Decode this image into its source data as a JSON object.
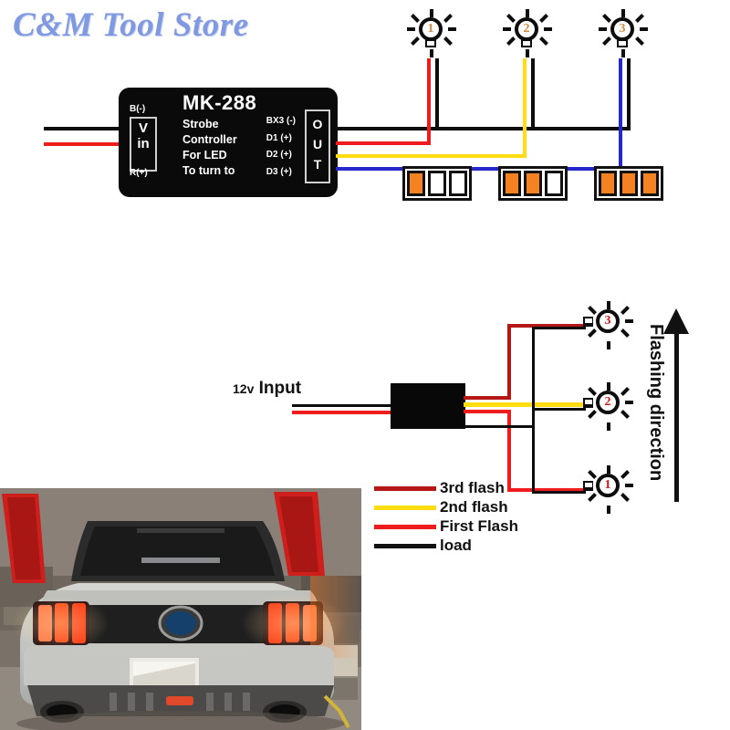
{
  "watermark": {
    "text": "C&M Tool Store",
    "color": "#8099e0"
  },
  "controller": {
    "model": "MK-288",
    "description_lines": "Strobe\nController\nFor LED\nTo turn to",
    "desc_line_1": "Strobe",
    "desc_line_2": "Controller",
    "desc_line_3": "For LED",
    "desc_line_4": "To turn to",
    "input_port_label": "V\nin",
    "input_port_label_v": "V",
    "input_port_label_in": "in",
    "input_pin_top": "B(-)",
    "input_pin_bottom": "R(+)",
    "output_port_label": "OUT",
    "output_pins": [
      "BX3 (-)",
      "D1  (+)",
      "D2  (+)",
      "D3  (+)"
    ],
    "body_color": "#0a0a0a"
  },
  "top_diagram": {
    "bulbs": [
      {
        "number": "1",
        "signal_color": "#ee1c1c",
        "signal_name": "D1"
      },
      {
        "number": "2",
        "signal_color": "#ffdd11",
        "signal_name": "D2"
      },
      {
        "number": "3",
        "signal_color": "#2727cc",
        "signal_name": "D3"
      }
    ],
    "bulb_number_color": "#d08a3c",
    "input_wires": [
      {
        "name": "negative",
        "color": "#0d0d0d"
      },
      {
        "name": "positive",
        "color": "#ee1c1c"
      }
    ],
    "output_wires": [
      {
        "name": "common-negative",
        "color": "#0d0d0d"
      },
      {
        "name": "d1",
        "color": "#ee1c1c"
      },
      {
        "name": "d2",
        "color": "#ffdd11"
      },
      {
        "name": "d3",
        "color": "#2727cc"
      }
    ],
    "led_strips": [
      {
        "segments_on": 1,
        "segments_total": 3
      },
      {
        "segments_on": 2,
        "segments_total": 3
      },
      {
        "segments_on": 3,
        "segments_total": 3
      }
    ],
    "strip_on_color": "#f58220",
    "strip_off_color": "#ffffff"
  },
  "bottom_diagram": {
    "input_label_voltage": "12v",
    "input_label_text": "Input",
    "bulbs": [
      {
        "number": "3",
        "position": "top"
      },
      {
        "number": "2",
        "position": "middle"
      },
      {
        "number": "1",
        "position": "bottom"
      }
    ],
    "bulb_number_color": "#d81515",
    "direction_arrow_label": "Flashing direction",
    "legend": [
      {
        "label": "3rd flash",
        "color": "#b51616"
      },
      {
        "label": "2nd flash",
        "color": "#ffdd11"
      },
      {
        "label": "First Flash",
        "color": "#ee1c1c"
      },
      {
        "label": "load",
        "color": "#111111"
      }
    ]
  },
  "photo": {
    "caption": "Silver Ford Mustang rear view with sequential LED tail lights illuminated in a garage",
    "taillight_color": "#ff3a12",
    "body_color": "#c8c9c4"
  }
}
